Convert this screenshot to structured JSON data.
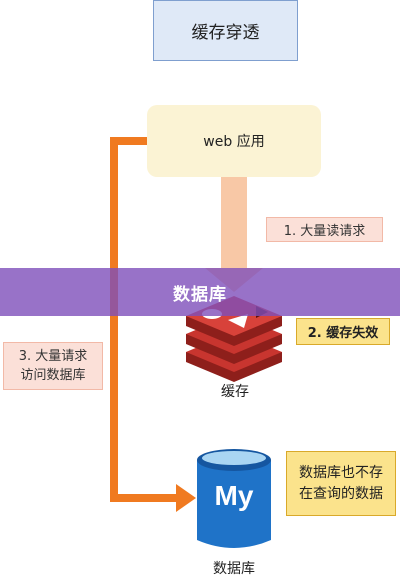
{
  "title": "缓存穿透",
  "web_app": "web 应用",
  "steps": {
    "read_requests": "1. 大量读请求",
    "cache_miss": "2. 缓存失效",
    "requests_line1": "3. 大量请求",
    "requests_line2": "访问数据库"
  },
  "cache_label": "缓存",
  "db_label": "数据库",
  "db_icon_text": "My",
  "db_note": {
    "line1": "数据库也不存",
    "line2": "在查询的数据"
  },
  "banner": "数据库",
  "colors": {
    "arrow_orange": "#f07a20",
    "redis_red": "#c8352f",
    "db_blue": "#1f73c8",
    "banner_purple": "#7e4fba"
  }
}
